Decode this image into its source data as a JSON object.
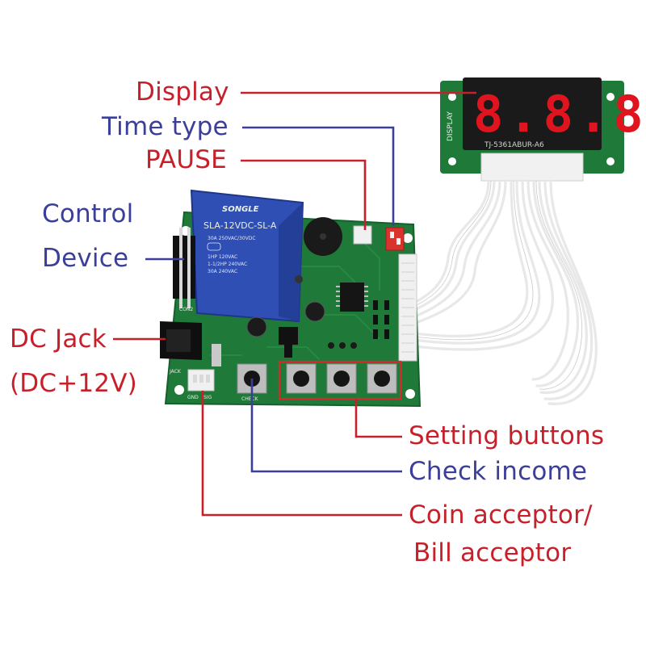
{
  "colors": {
    "red_label": "#c8202a",
    "blue_label": "#3b3f99",
    "pcb_green": "#1f7a3a",
    "relay_blue": "#2f4fb5",
    "display_digit": "#e0141e",
    "cable": "#f1f1f1"
  },
  "labels": {
    "display": "Display",
    "time_type": "Time type",
    "pause": "PAUSE",
    "control": "Control",
    "device": "Device",
    "dc_jack": "DC Jack",
    "dc_voltage": "(DC+12V)",
    "setting_buttons": "Setting buttons",
    "check_income": "Check income",
    "coin_acceptor": "Coin acceptor/",
    "bill_acceptor": "Bill acceptor"
  },
  "relay": {
    "brand": "SONGLE",
    "model": "SLA-12VDC-SL-A",
    "rating1": "30A 250VAC/30VDC",
    "rating2": "1HP 120VAC",
    "rating3": "1-1/2HP 240VAC",
    "rating4": "30A 240VAC"
  },
  "display_module": {
    "digits": "8.8.8",
    "side_text": "DISPLAY",
    "part_number": "TJ-5361ABUR-A6"
  },
  "board": {
    "con_label": "CON2",
    "jack_label": "JACK",
    "gnd_label": "GND",
    "check_label": "CHECK",
    "signal_label": "SIG"
  }
}
